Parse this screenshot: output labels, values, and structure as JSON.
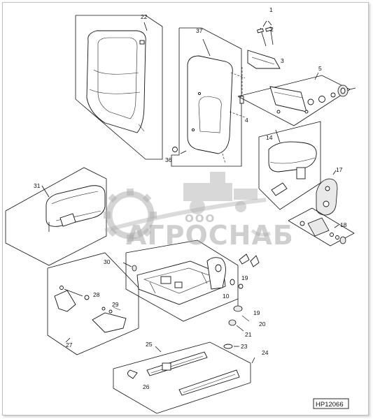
{
  "diagram": {
    "drawing_code": "HP12066",
    "watermark": {
      "small_text": "ООО",
      "brand": "АГРОСНАБ"
    },
    "callouts": {
      "c1": "1",
      "c2": "2",
      "c3": "3",
      "c4": "4",
      "c5": "5",
      "c10": "10",
      "c14": "14",
      "c17": "17",
      "c18": "18",
      "c19a": "19",
      "c19b": "19",
      "c20": "20",
      "c21": "21",
      "c22": "22",
      "c23": "23",
      "c24": "24",
      "c25": "25",
      "c26": "26",
      "c27": "27",
      "c28": "28",
      "c29": "29",
      "c30": "30",
      "c31": "31",
      "c36": "36",
      "c37": "37"
    }
  }
}
